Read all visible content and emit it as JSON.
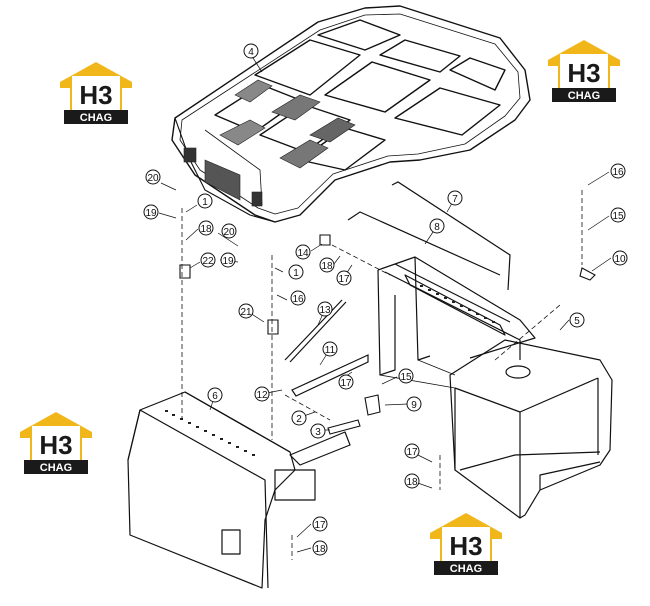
{
  "logo": {
    "mark": "H3",
    "brand": "CHAG",
    "colors": {
      "roof": "#f1b71a",
      "ink": "#1a1a1a",
      "paper": "#ffffff"
    }
  },
  "callouts": [
    "1",
    "1",
    "2",
    "3",
    "4",
    "5",
    "6",
    "7",
    "8",
    "9",
    "10",
    "11",
    "12",
    "13",
    "14",
    "15",
    "15",
    "16",
    "16",
    "17",
    "17",
    "17",
    "17",
    "18",
    "18",
    "18",
    "18",
    "19",
    "19",
    "20",
    "20",
    "21",
    "22"
  ]
}
